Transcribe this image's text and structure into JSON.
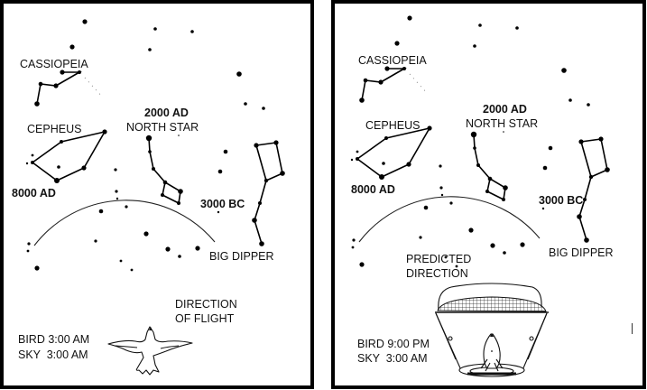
{
  "figure": {
    "panels": [
      {
        "id": "left",
        "title_labels": {
          "cassiopeia": "CASSIOPEIA",
          "cepheus": "CEPHEUS",
          "epoch_2000": "2000 AD",
          "north_star": "NORTH STAR",
          "epoch_8000": "8000 AD",
          "epoch_3000bc": "3000 BC",
          "big_dipper": "BIG DIPPER"
        },
        "direction_label": [
          "DIRECTION",
          "OF FLIGHT"
        ],
        "time_lines": [
          "BIRD 3:00 AM",
          "SKY  3:00 AM"
        ],
        "subject": "bird-in-flight",
        "icon": "bird-icon"
      },
      {
        "id": "right",
        "title_labels": {
          "cassiopeia": "CASSIOPEIA",
          "cepheus": "CEPHEUS",
          "epoch_2000": "2000 AD",
          "north_star": "NORTH STAR",
          "epoch_8000": "8000 AD",
          "epoch_3000bc": "3000 BC",
          "big_dipper": "BIG DIPPER"
        },
        "direction_label": [
          "PREDICTED",
          "DIRECTION"
        ],
        "time_lines": [
          "BIRD 9:00 PM",
          "SKY  3:00 AM"
        ],
        "subject": "bird-in-emlen-funnel",
        "icon": "emlen-funnel-icon"
      }
    ],
    "constellations": [
      "Cassiopeia",
      "Cepheus",
      "Little Dipper",
      "Big Dipper"
    ],
    "precession_circle_markers": [
      "2000 AD",
      "8000 AD",
      "3000 BC"
    ]
  }
}
